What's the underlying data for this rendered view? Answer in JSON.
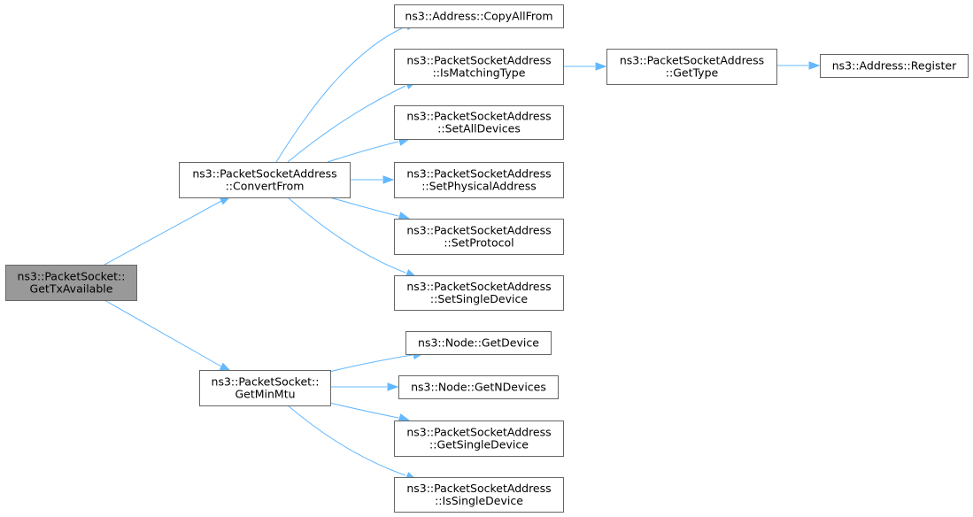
{
  "diagram": {
    "nodes": [
      {
        "id": "root",
        "lines": [
          "ns3::PacketSocket::",
          "GetTxAvailable"
        ],
        "highlight": true
      },
      {
        "id": "convert_from",
        "lines": [
          "ns3::PacketSocketAddress",
          "::ConvertFrom"
        ]
      },
      {
        "id": "get_min_mtu",
        "lines": [
          "ns3::PacketSocket::",
          "GetMinMtu"
        ]
      },
      {
        "id": "copy_all_from",
        "lines": [
          "ns3::Address::CopyAllFrom"
        ]
      },
      {
        "id": "is_matching_type",
        "lines": [
          "ns3::PacketSocketAddress",
          "::IsMatchingType"
        ]
      },
      {
        "id": "set_all_devices",
        "lines": [
          "ns3::PacketSocketAddress",
          "::SetAllDevices"
        ]
      },
      {
        "id": "set_physical_address",
        "lines": [
          "ns3::PacketSocketAddress",
          "::SetPhysicalAddress"
        ]
      },
      {
        "id": "set_protocol",
        "lines": [
          "ns3::PacketSocketAddress",
          "::SetProtocol"
        ]
      },
      {
        "id": "set_single_device",
        "lines": [
          "ns3::PacketSocketAddress",
          "::SetSingleDevice"
        ]
      },
      {
        "id": "get_type",
        "lines": [
          "ns3::PacketSocketAddress",
          "::GetType"
        ]
      },
      {
        "id": "register",
        "lines": [
          "ns3::Address::Register"
        ]
      },
      {
        "id": "get_device",
        "lines": [
          "ns3::Node::GetDevice"
        ]
      },
      {
        "id": "get_n_devices",
        "lines": [
          "ns3::Node::GetNDevices"
        ]
      },
      {
        "id": "get_single_device",
        "lines": [
          "ns3::PacketSocketAddress",
          "::GetSingleDevice"
        ]
      },
      {
        "id": "is_single_device",
        "lines": [
          "ns3::PacketSocketAddress",
          "::IsSingleDevice"
        ]
      }
    ],
    "edges": [
      {
        "from": "root",
        "to": "convert_from"
      },
      {
        "from": "root",
        "to": "get_min_mtu"
      },
      {
        "from": "convert_from",
        "to": "copy_all_from"
      },
      {
        "from": "convert_from",
        "to": "is_matching_type"
      },
      {
        "from": "convert_from",
        "to": "set_all_devices"
      },
      {
        "from": "convert_from",
        "to": "set_physical_address"
      },
      {
        "from": "convert_from",
        "to": "set_protocol"
      },
      {
        "from": "convert_from",
        "to": "set_single_device"
      },
      {
        "from": "is_matching_type",
        "to": "get_type"
      },
      {
        "from": "get_type",
        "to": "register"
      },
      {
        "from": "get_min_mtu",
        "to": "get_device"
      },
      {
        "from": "get_min_mtu",
        "to": "get_n_devices"
      },
      {
        "from": "get_min_mtu",
        "to": "get_single_device"
      },
      {
        "from": "get_min_mtu",
        "to": "is_single_device"
      }
    ],
    "colors": {
      "edge": "#63b8ff",
      "node_border": "#666666",
      "root_fill": "#999999",
      "node_fill": "#ffffff"
    }
  }
}
